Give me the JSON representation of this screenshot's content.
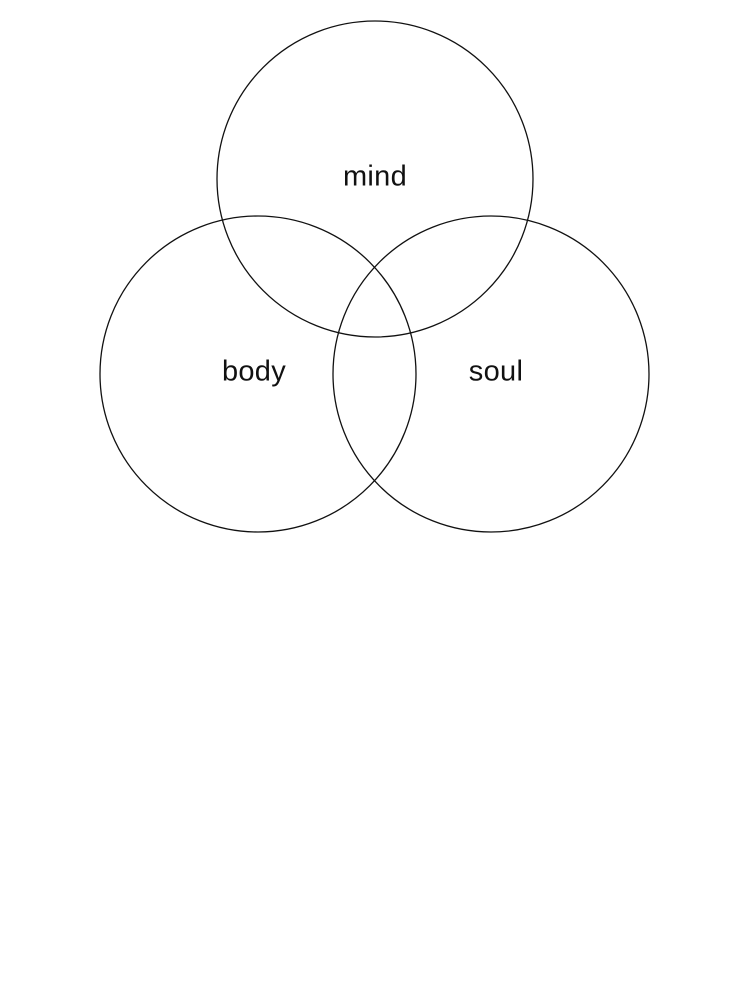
{
  "diagram": {
    "type": "venn",
    "sets": [
      {
        "label": "mind"
      },
      {
        "label": "body"
      },
      {
        "label": "soul"
      }
    ],
    "colors": {
      "stroke": "#111111",
      "text": "#111111",
      "background": "#ffffff"
    }
  }
}
